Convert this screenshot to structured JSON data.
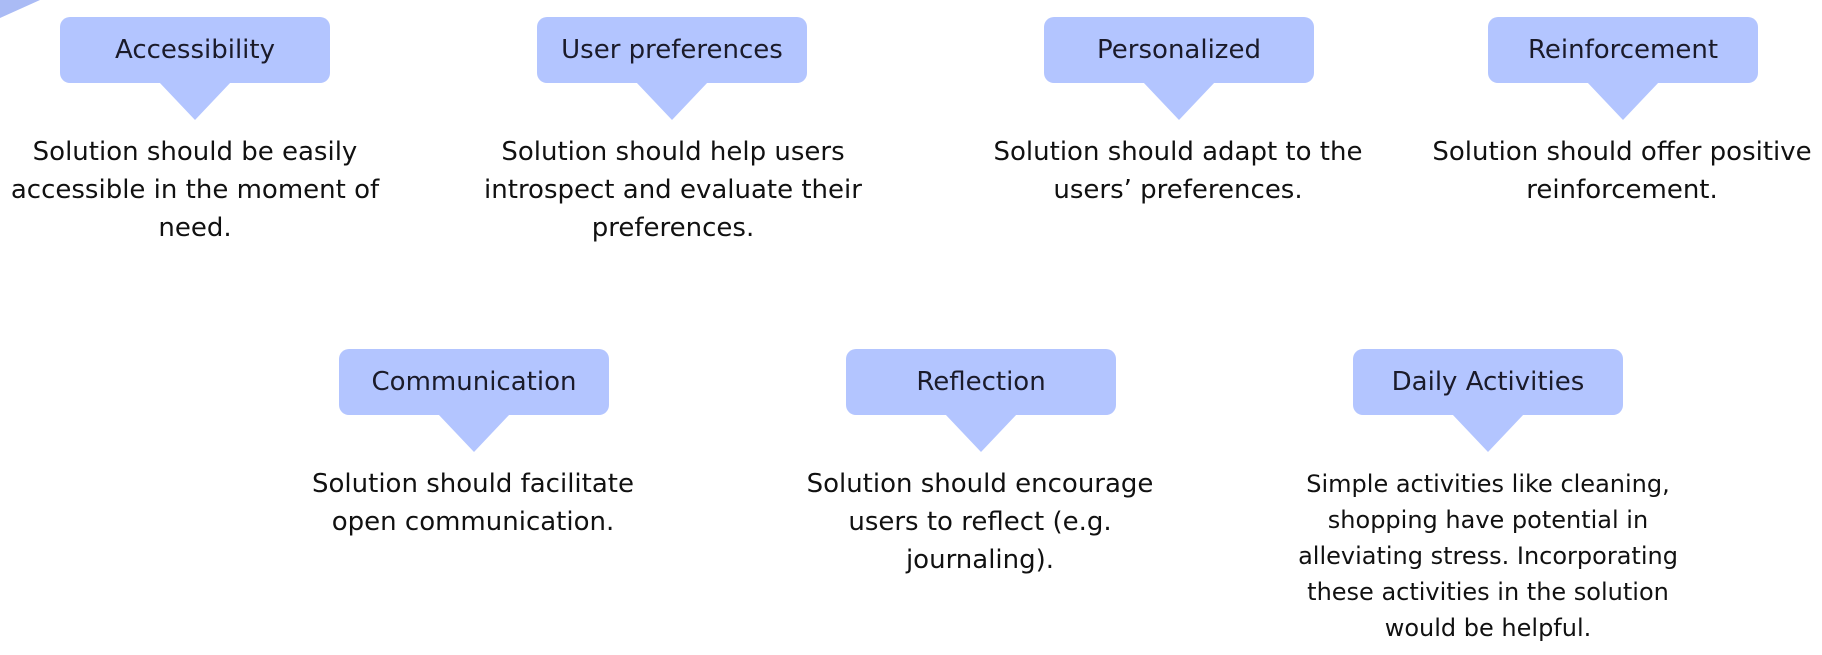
{
  "theme": {
    "bubble_color": "#b3c5ff",
    "text_color": "#111111"
  },
  "row1": [
    {
      "title": "Accessibility",
      "description": "Solution should be easily accessible in the moment of need."
    },
    {
      "title": "User preferences",
      "description": "Solution should help users introspect and evaluate their preferences."
    },
    {
      "title": "Personalized",
      "description": "Solution should adapt to the users’ preferences."
    },
    {
      "title": "Reinforcement",
      "description": "Solution should offer positive reinforcement."
    }
  ],
  "row2": [
    {
      "title": "Communication",
      "description": "Solution should facilitate open communication."
    },
    {
      "title": "Reflection",
      "description": "Solution should encourage users to reflect (e.g. journaling)."
    },
    {
      "title": "Daily Activities",
      "description": "Simple activities like cleaning, shopping have potential in alleviating stress. Incorporating these activities in the solution would be helpful."
    }
  ]
}
